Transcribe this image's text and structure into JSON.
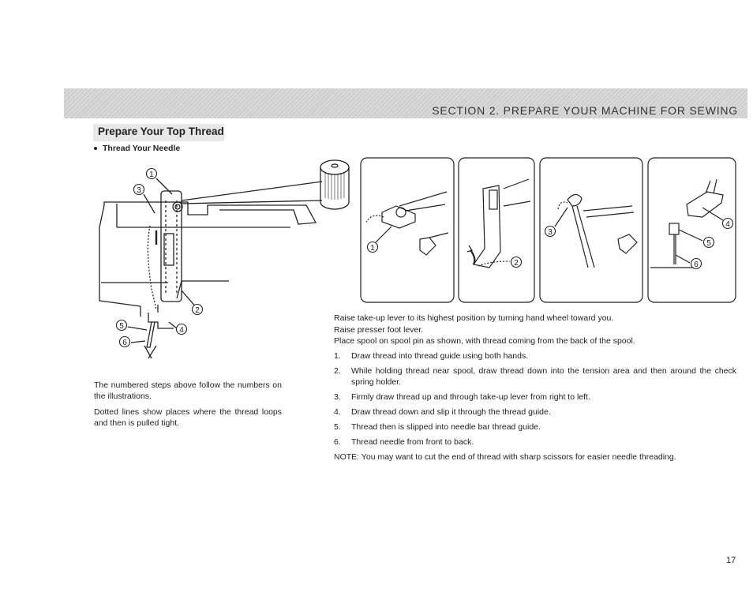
{
  "header": {
    "section_title": "SECTION 2. PREPARE YOUR MACHINE FOR SEWING"
  },
  "subheading": "Prepare Your Top Thread",
  "bullet": "Thread Your Needle",
  "left_notes": [
    "The numbered steps above follow the numbers on the illustrations.",
    "Dotted lines show places where the thread loops and then is pulled tight."
  ],
  "callouts": {
    "main": [
      "1",
      "3",
      "2",
      "5",
      "4",
      "6"
    ],
    "panel1": [
      "1"
    ],
    "panel2": [
      "2"
    ],
    "panel3": [
      "3"
    ],
    "panel4": [
      "4",
      "5",
      "6"
    ]
  },
  "intro_lines": [
    "Raise take-up lever to its highest position by turning hand wheel toward you.",
    "Raise presser foot lever.",
    "Place spool on spool pin as shown, with thread coming from the back of the spool."
  ],
  "steps": [
    {
      "num": "1.",
      "text": "Draw thread into thread guide using both hands."
    },
    {
      "num": "2.",
      "text": "While holding thread near spool, draw thread down into the tension area and then around the check spring holder."
    },
    {
      "num": "3.",
      "text": "Firmly draw thread up and through take-up lever from right to left."
    },
    {
      "num": "4.",
      "text": "Draw thread down and slip it through the thread guide."
    },
    {
      "num": "5.",
      "text": "Thread then is slipped into needle bar thread guide."
    },
    {
      "num": "6.",
      "text": "Thread needle from front to back."
    }
  ],
  "note": "NOTE: You may want to cut the end of thread with sharp scissors for easier needle threading.",
  "page_number": "17"
}
